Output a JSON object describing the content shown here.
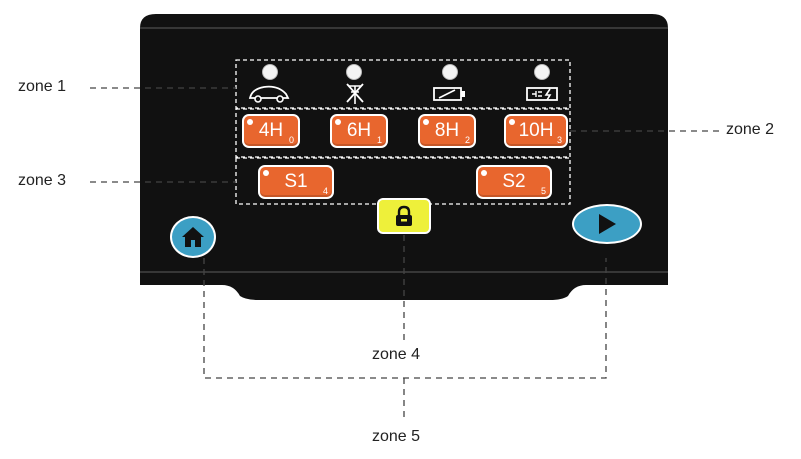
{
  "zones": {
    "zone1": "zone 1",
    "zone2": "zone 2",
    "zone3": "zone 3",
    "zone4": "zone 4",
    "zone5": "zone 5"
  },
  "status_icons": [
    "mower-icon",
    "no-signal-icon",
    "battery-low-icon",
    "charging-icon"
  ],
  "hour_keys": [
    {
      "label": "4H",
      "index": "0"
    },
    {
      "label": "6H",
      "index": "1"
    },
    {
      "label": "8H",
      "index": "2"
    },
    {
      "label": "10H",
      "index": "3"
    }
  ],
  "schedule_keys": [
    {
      "label": "S1",
      "index": "4"
    },
    {
      "label": "S2",
      "index": "5"
    }
  ],
  "colors": {
    "panel": "#111111",
    "key_orange": "#e8662e",
    "lock_yellow": "#eef03a",
    "nav_blue": "#3c9fc4"
  }
}
